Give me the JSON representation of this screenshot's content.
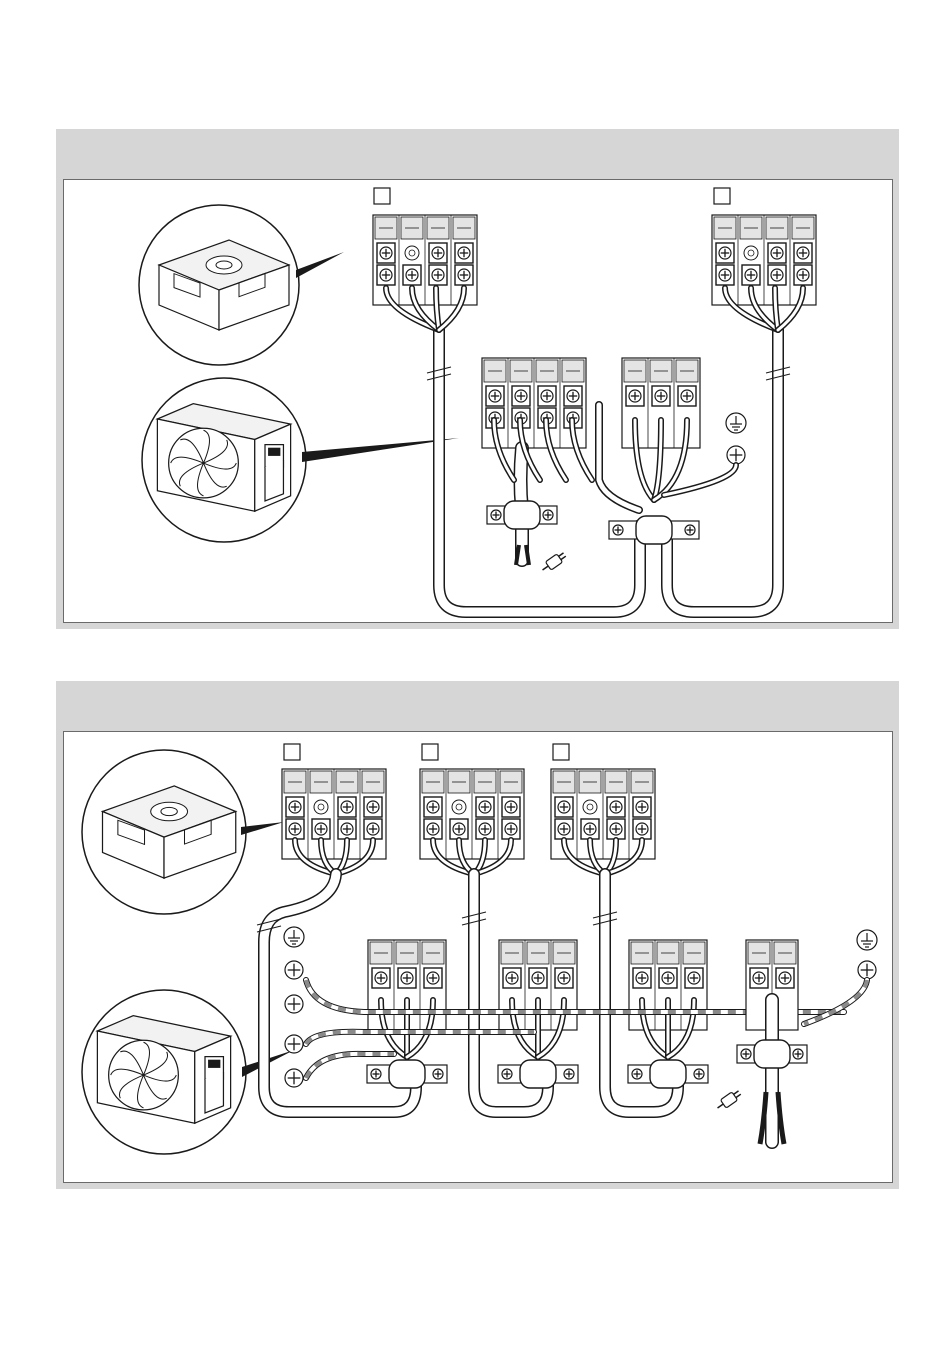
{
  "panels": [
    {
      "heading": "",
      "indoor_unit_count": 2,
      "outdoor_terminal_blocks": 2,
      "power_supply_at_outdoor_unit": true
    },
    {
      "heading": "",
      "indoor_unit_count": 3,
      "outdoor_terminal_blocks": 4,
      "power_supply_at_outdoor_unit": true
    }
  ],
  "icons": {
    "ground": "ground-symbol-icon",
    "plug": "power-plug-icon",
    "screw": "screw-terminal-icon",
    "indoor_unit": "cassette-indoor-unit-icon",
    "outdoor_unit": "outdoor-unit-icon"
  },
  "colors": {
    "background": "#ffffff",
    "panel_band": "#d6d6d6",
    "line": "#1a1a1a",
    "cable_fill": "#ffffff",
    "terminal_fill": "#e4e4e4"
  }
}
